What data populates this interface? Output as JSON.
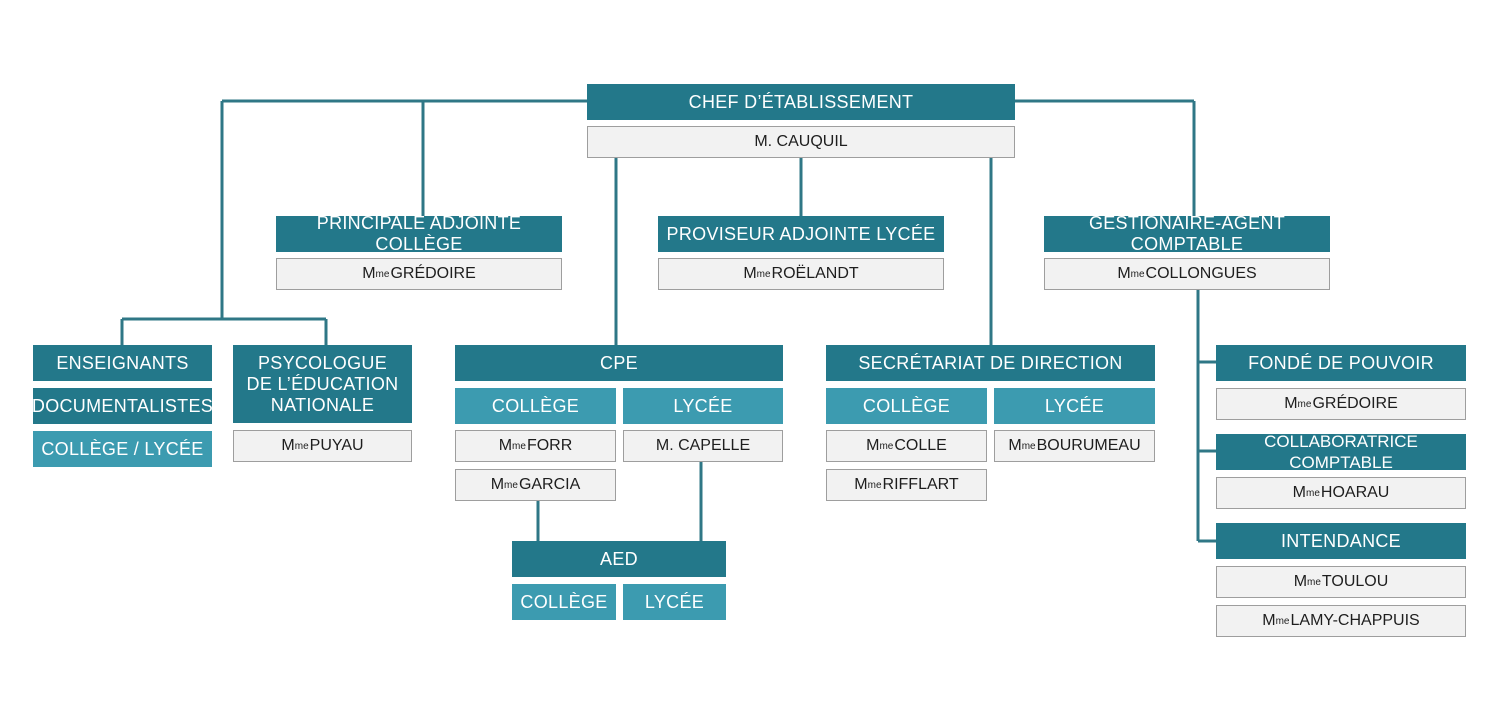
{
  "chef": {
    "title": "CHEF D’ÉTABLISSEMENT",
    "name": "M. CAUQUIL"
  },
  "principale": {
    "title": "PRINCIPALE ADJOINTE COLLÈGE",
    "prefix": "M",
    "sup": "me",
    "name": " GRÉDOIRE"
  },
  "proviseur": {
    "title": "PROVISEUR ADJOINTE LYCÉE",
    "prefix": "M",
    "sup": "me",
    "name": " ROËLANDT"
  },
  "gestionaire": {
    "title": "GESTIONAIRE-AGENT COMPTABLE",
    "prefix": "M",
    "sup": "me",
    "name": " COLLONGUES"
  },
  "enseignants": {
    "title": "ENSEIGNANTS",
    "documentalistes": "DOCUMENTALISTES",
    "sub": "COLLÈGE / LYCÉE"
  },
  "psychologue": {
    "title_l1": "PSYCOLOGUE",
    "title_l2": "DE L’ÉDUCATION",
    "title_l3": "NATIONALE",
    "prefix": "M",
    "sup": "me",
    "name": " PUYAU"
  },
  "cpe": {
    "title": "CPE",
    "college": "COLLÈGE",
    "lycee": "LYCÉE",
    "forr": {
      "prefix": "M",
      "sup": "me",
      "name": " FORR"
    },
    "garcia": {
      "prefix": "M",
      "sup": "me",
      "name": " GARCIA"
    },
    "capelle": "M. CAPELLE"
  },
  "aed": {
    "title": "AED",
    "college": "COLLÈGE",
    "lycee": "LYCÉE"
  },
  "secretariat": {
    "title": "SECRÉTARIAT DE DIRECTION",
    "college": "COLLÈGE",
    "lycee": "LYCÉE",
    "colle": {
      "prefix": "M",
      "sup": "me",
      "name": " COLLE"
    },
    "rifflart": {
      "prefix": "M",
      "sup": "me",
      "name": " RIFFLART"
    },
    "bourumeau": {
      "prefix": "M",
      "sup": "me",
      "name": " BOURUMEAU"
    }
  },
  "fonde": {
    "title": "FONDÉ DE POUVOIR",
    "prefix": "M",
    "sup": "me",
    "name": " GRÉDOIRE"
  },
  "collaboratrice": {
    "title": "COLLABORATRICE COMPTABLE",
    "prefix": "M",
    "sup": "me",
    "name": " HOARAU"
  },
  "intendance": {
    "title": "INTENDANCE",
    "toulou": {
      "prefix": "M",
      "sup": "me",
      "name": " TOULOU"
    },
    "lamy": {
      "prefix": "M",
      "sup": "me",
      "name": " LAMY-CHAPPUIS"
    }
  },
  "colors": {
    "header": "#23788a",
    "sub_header": "#3c9bb0",
    "name_box": "#f2f2f2",
    "connector": "#2f7786"
  }
}
